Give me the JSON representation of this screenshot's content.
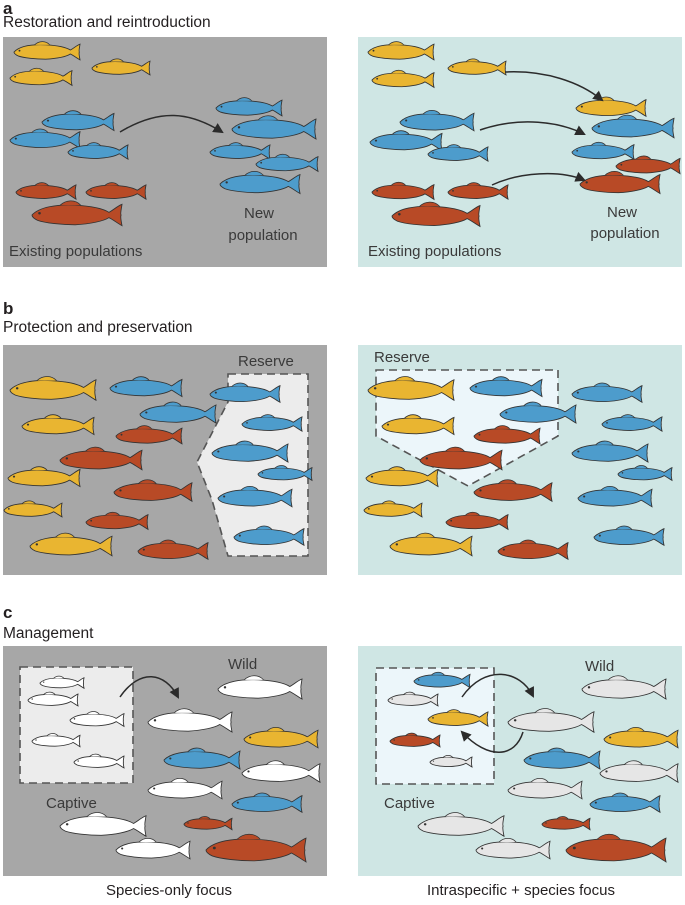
{
  "panels": {
    "a": {
      "letter": "a",
      "title": "Restoration and reintroduction",
      "existing": "Existing populations",
      "new_line1": "New",
      "new_line2": "population"
    },
    "b": {
      "letter": "b",
      "title": "Protection and preservation",
      "reserve": "Reserve"
    },
    "c": {
      "letter": "c",
      "title": "Management",
      "wild": "Wild",
      "captive": "Captive"
    }
  },
  "captions": {
    "left": "Species-only focus",
    "right": "Intraspecific + species focus"
  },
  "colors": {
    "grey_bg": "#a7a7a7",
    "teal_bg": "#cfe6e4",
    "yellow": "#e9b531",
    "blue": "#4d9ccc",
    "red": "#b84a26",
    "white_fish": "#ffffff",
    "light_fish": "#e6e6e6",
    "reserve_fill_grey": "#ececec",
    "reserve_fill_teal": "#ecf6fa"
  }
}
